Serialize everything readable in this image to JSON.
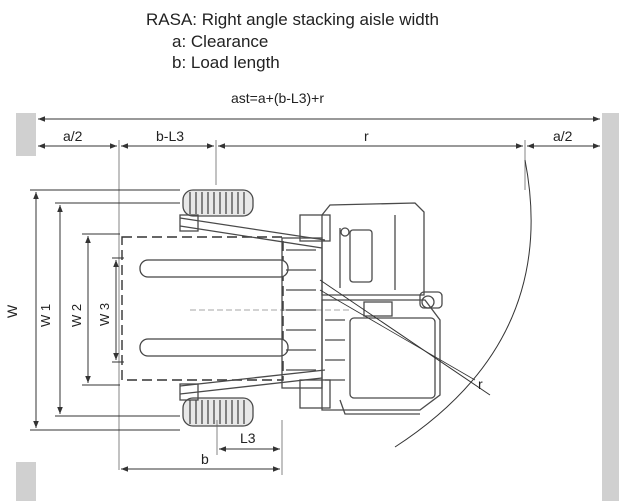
{
  "legend": {
    "title": "RASA: Right angle stacking aisle width",
    "clearance": "a: Clearance",
    "load_length": "b: Load length"
  },
  "formula": "ast=a+(b-L3)+r",
  "dimensions": {
    "a_half_left": "a/2",
    "b_minus_l3": "b-L3",
    "radius_top": "r",
    "a_half_right": "a/2",
    "w": "W",
    "w1": "W 1",
    "w2": "W 2",
    "w3": "W 3",
    "l3": "L3",
    "b": "b",
    "radius_arc": "r"
  },
  "colors": {
    "line": "#333333",
    "wall": "#d0d0d0",
    "machine": "#4a4a4a"
  }
}
